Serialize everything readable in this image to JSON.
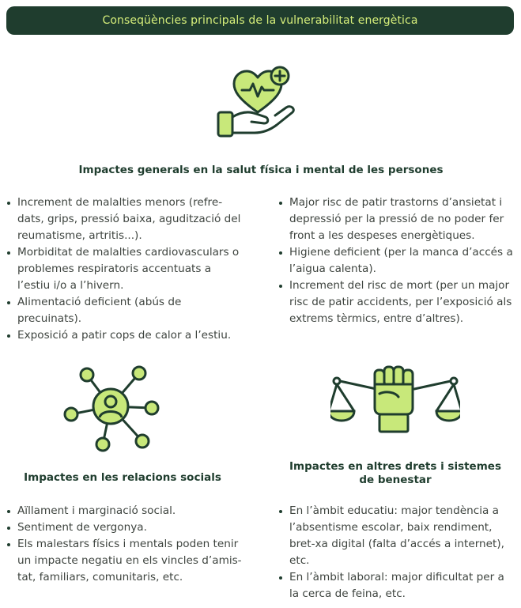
{
  "banner": {
    "title": "Conseqüències principals de la vulnerabilitat energètica"
  },
  "sections": {
    "health": {
      "heading": "Impactes generals en la salut física i mental de les persones",
      "icon": "heart-hand-care-icon",
      "left_items": [
        "Increment de malalties menors (refre-dats, grips, pressió baixa, aguditza­ció del reumatisme, artritis...).",
        "Morbiditat de malalties cardiovasculars o problemes respiratoris accentuats a l’estiu i/o a l’hivern.",
        "Alimentació deficient (abús de precuinats).",
        "Exposició a patir cops de calor a l’estiu."
      ],
      "right_items": [
        "Major risc de patir trastorns d’ansietat i depressió per la pressió de no poder fer front a les despeses energètiques.",
        "Higiene deficient (per la manca d’accés a l’aigua calenta).",
        "Increment del risc de mort (per un major risc de patir accidents, per l’exposició als extrems tèrmics, entre d’altres)."
      ]
    },
    "social": {
      "heading": "Impactes en les relacions socials",
      "icon": "social-network-icon",
      "items": [
        "Aïllament i marginació social.",
        "Sentiment de vergonya.",
        "Els malestars físics i mentals poden tenir un impacte negatiu en els vincles d’amis-tat, familiars, comunitaris, etc."
      ]
    },
    "rights": {
      "heading_line1": "Impactes en altres drets i sistemes",
      "heading_line2": "de benestar",
      "icon": "justice-scale-fist-icon",
      "items": [
        "En l’àmbit educatiu: major tendència a l’absentisme escolar, baix rendiment, bret-xa digital (falta d’accés a internet), etc.",
        "En l’àmbit laboral: major dificultat per a la cerca de feina, etc."
      ]
    }
  },
  "colors": {
    "dark_green": "#1f3d2e",
    "lime": "#c8e87a",
    "banner_text": "#d6ee7a"
  }
}
